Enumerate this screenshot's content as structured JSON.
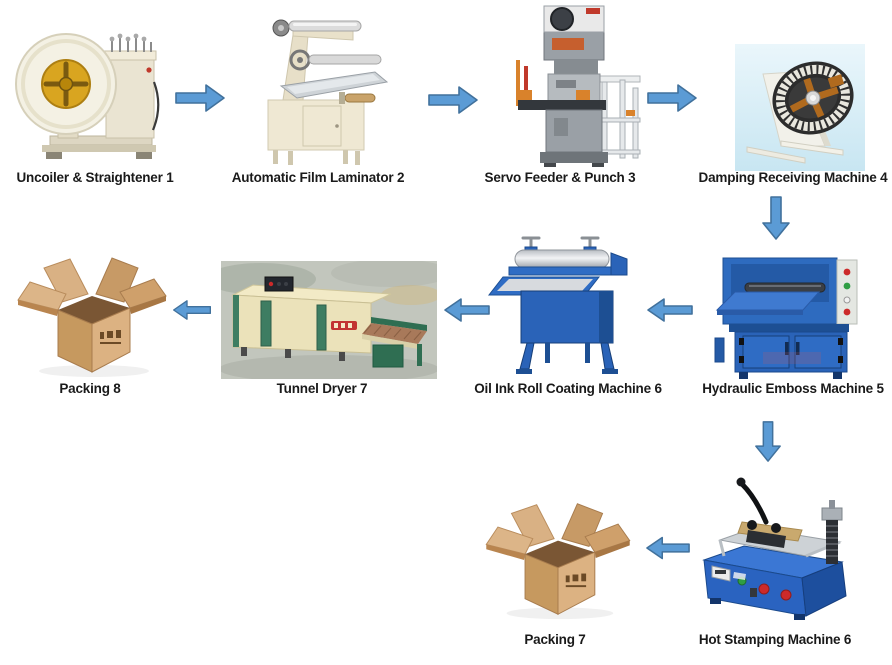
{
  "diagram": {
    "type": "process-flow",
    "background": "#ffffff",
    "arrow": {
      "fill": "#5b9bd5",
      "stroke": "#41719c"
    },
    "palette": {
      "machine_blue": "#2a63b8",
      "machine_cream": "#ece4cb",
      "carton_tan": "#d3a878",
      "label_text": "#1a1a1a"
    },
    "nodes": [
      {
        "id": "uncoiler-straightener",
        "label": "Uncoiler & Straightener 1"
      },
      {
        "id": "automatic-film-laminator",
        "label": "Automatic Film Laminator 2"
      },
      {
        "id": "servo-feeder-punch",
        "label": "Servo Feeder & Punch 3"
      },
      {
        "id": "damping-receiving-machine",
        "label": "Damping Receiving Machine 4"
      },
      {
        "id": "hydraulic-emboss-machine",
        "label": "Hydraulic Emboss Machine 5"
      },
      {
        "id": "oil-ink-roll-coating-machine",
        "label": "Oil Ink Roll Coating Machine 6"
      },
      {
        "id": "tunnel-dryer",
        "label": "Tunnel Dryer 7"
      },
      {
        "id": "packing-8",
        "label": "Packing 8"
      },
      {
        "id": "hot-stamping-machine",
        "label": "Hot Stamping Machine 6"
      },
      {
        "id": "packing-7",
        "label": "Packing 7"
      }
    ],
    "connections": [
      {
        "from": "Uncoiler & Straightener 1",
        "to": "Automatic Film Laminator 2",
        "direction": "right"
      },
      {
        "from": "Automatic Film Laminator 2",
        "to": "Servo Feeder & Punch 3",
        "direction": "right"
      },
      {
        "from": "Servo Feeder & Punch 3",
        "to": "Damping Receiving Machine 4",
        "direction": "right"
      },
      {
        "from": "Damping Receiving Machine 4",
        "to": "Hydraulic Emboss Machine 5",
        "direction": "down"
      },
      {
        "from": "Hydraulic Emboss Machine 5",
        "to": "Oil Ink Roll Coating Machine 6",
        "direction": "left"
      },
      {
        "from": "Oil Ink Roll Coating Machine 6",
        "to": "Tunnel Dryer 7",
        "direction": "left"
      },
      {
        "from": "Tunnel Dryer 7",
        "to": "Packing 8",
        "direction": "left"
      },
      {
        "from": "Hydraulic Emboss Machine 5",
        "to": "Hot Stamping Machine 6",
        "direction": "down"
      },
      {
        "from": "Hot Stamping Machine 6",
        "to": "Packing 7",
        "direction": "left"
      }
    ]
  }
}
